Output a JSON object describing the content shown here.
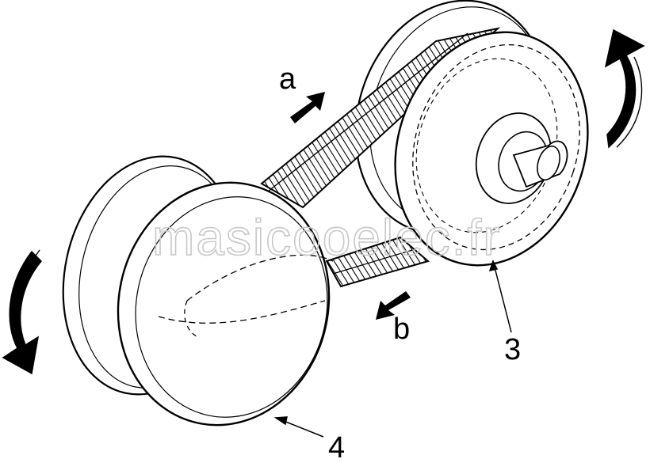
{
  "labels": {
    "a": "a",
    "b": "b",
    "pulley_driven": "3",
    "pulley_drive": "4"
  },
  "watermark": "masicooelec.fr",
  "colors": {
    "ink": "#000000",
    "paper": "#ffffff",
    "watermark": "#c8c8c8"
  },
  "icons": [
    "curved-arrow-up-icon",
    "curved-arrow-down-icon",
    "push-arrow-icon"
  ]
}
